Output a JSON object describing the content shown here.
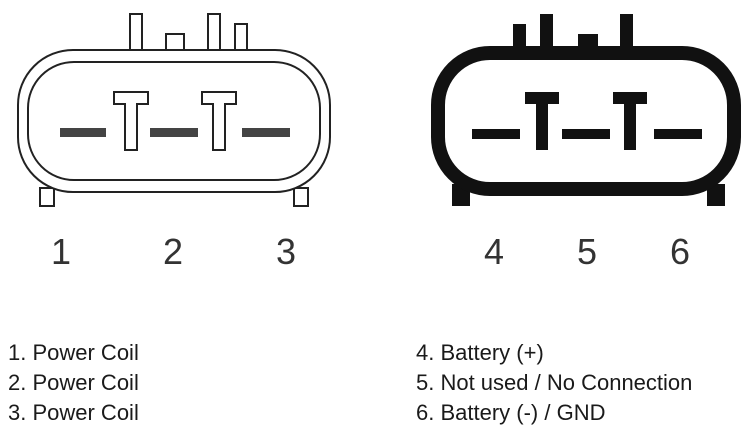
{
  "connectors": [
    {
      "id": "left-connector",
      "style": "outline",
      "pins": [
        "1",
        "2",
        "3"
      ]
    },
    {
      "id": "right-connector",
      "style": "solid",
      "pins": [
        "4",
        "5",
        "6"
      ]
    }
  ],
  "legend_left": [
    "1. Power Coil",
    "2. Power Coil",
    "3. Power Coil"
  ],
  "legend_right": [
    "4. Battery (+)",
    "5. Not used / No Connection",
    "6. Battery (-) / GND"
  ],
  "colors": {
    "ink": "#1a1a1a",
    "outline": "#222222",
    "background": "#ffffff"
  }
}
